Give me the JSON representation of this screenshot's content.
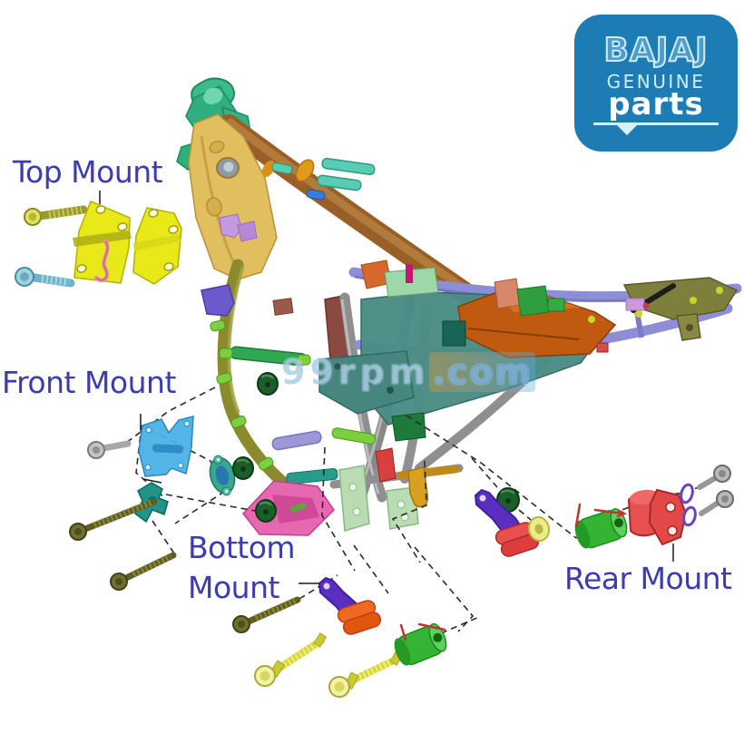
{
  "page": {
    "title": "Bajaj motorcycle frame engine-mount exploded parts diagram",
    "background": "#ffffff"
  },
  "logo": {
    "brand": "BAJAJ",
    "line2": "GENUINE",
    "line3": "parts",
    "bg_color": "#1e7cb5",
    "text_color": "#cdeaf5"
  },
  "labels": {
    "top": "Top Mount",
    "front": "Front Mount",
    "bottom_line1": "Bottom",
    "bottom_line2": "Mount",
    "rear": "Rear Mount",
    "color": "#3b3bb2"
  },
  "watermark": {
    "name": "99rpm",
    "tld": ".com"
  },
  "diagram": {
    "type": "exploded-parts-diagram",
    "subject": "Motorcycle tubular frame with four engine mounting kits connected by dashed leader lines",
    "groups": [
      {
        "id": "top-mount",
        "label": "Top Mount",
        "parts": [
          "hex-bolt-olive",
          "hex-bolt-teal",
          "yellow-mount-plate-left",
          "yellow-mount-plate-right",
          "pink-s-hook"
        ],
        "accent": "#e9e91a"
      },
      {
        "id": "front-mount",
        "label": "Front Mount",
        "parts": [
          "hex-bolt-silver",
          "blue-butterfly-plate",
          "teal-tee-bracket",
          "teal-oval-bracket",
          "green-knob-x3",
          "long-olive-bolt-x2"
        ],
        "accent": "#4ab2e6"
      },
      {
        "id": "bottom-mount",
        "label": "Bottom Mount",
        "parts": [
          "purple-mount-arm",
          "orange-bushing",
          "long-olive-bolt",
          "yellow-hex-bolt-x2",
          "green-bushing-cylinder"
        ],
        "accent": "#5a2fc0"
      },
      {
        "id": "rear-mount",
        "label": "Rear Mount",
        "parts": [
          "green-cap-nut",
          "purple-mount-arm",
          "red-bushing",
          "yellow-washer",
          "green-bushing-cylinder",
          "red-flange-mount",
          "purple-lock-washer-x2",
          "gray-hex-bolt-x2"
        ],
        "accent": "#e34848"
      }
    ],
    "frame_colors": {
      "steering_head": "#2fae7e",
      "gusset_plate": "#e2bf5e",
      "backbone_tube": "#9a5f28",
      "down_tube": "#8b8b2e",
      "seat_rails": "#8d8dd8",
      "cradle_tubes": "#8f8f8f",
      "side_panel": "#4c8c86",
      "airbox": "#c05a10"
    }
  }
}
